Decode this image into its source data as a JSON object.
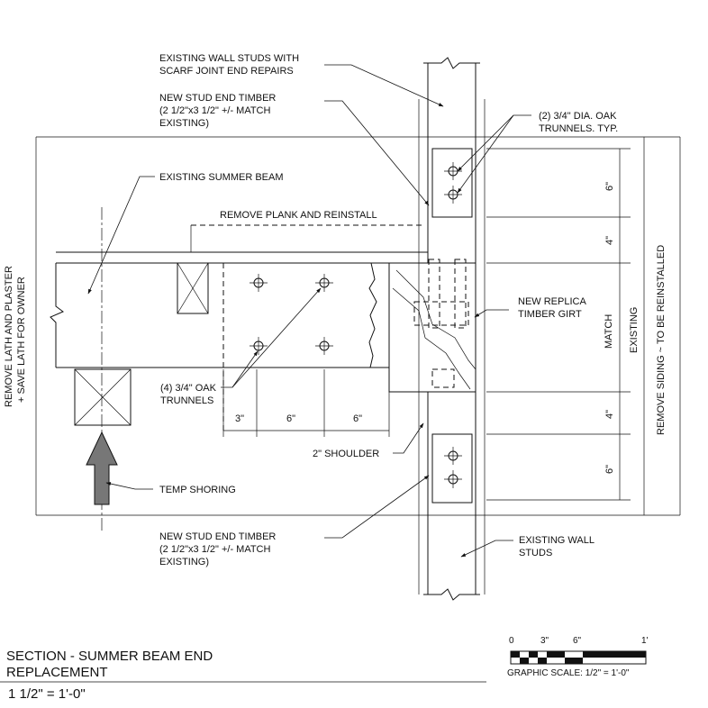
{
  "notes": {
    "existing_wall_studs_scarf": [
      "EXISTING WALL STUDS WITH",
      "SCARF JOINT END REPAIRS"
    ],
    "new_stud_end_timber_top": [
      "NEW STUD END TIMBER",
      "(2 1/2\"x3 1/2\" +/- MATCH",
      "EXISTING)"
    ],
    "oak_trunnels_top": [
      "(2) 3/4\" DIA. OAK",
      "TRUNNELS. TYP."
    ],
    "existing_summer_beam": "EXISTING SUMMER BEAM",
    "remove_plank": "REMOVE PLANK AND REINSTALL",
    "new_replica_girt": [
      "NEW REPLICA",
      "TIMBER GIRT"
    ],
    "oak_trunnels_four": [
      "(4) 3/4\" OAK",
      "TRUNNELS"
    ],
    "shoulder": "2\" SHOULDER",
    "temp_shoring": "TEMP SHORING",
    "new_stud_end_timber_bottom": [
      "NEW STUD END TIMBER",
      "(2 1/2\"x3 1/2\" +/- MATCH",
      "EXISTING)"
    ],
    "existing_wall_studs": [
      "EXISTING WALL",
      "STUDS"
    ],
    "remove_lath": [
      "REMOVE LATH AND PLASTER",
      "+ SAVE LATH FOR OWNER"
    ],
    "remove_siding": "REMOVE SIDING ~ TO BE REINSTALLED",
    "existing_label": "EXISTING",
    "match_label": "MATCH"
  },
  "dimensions": {
    "vertical": [
      "6\"",
      "4\"",
      "4\"",
      "6\""
    ],
    "horizontal": [
      "3\"",
      "6\"",
      "6\""
    ]
  },
  "title_block": {
    "title_line1": "SECTION - SUMMER BEAM END",
    "title_line2": "REPLACEMENT",
    "scale_text": "1 1/2\" = 1'-0\""
  },
  "graphic_scale": {
    "ticks": [
      "0",
      "3\"",
      "6\"",
      "1'"
    ],
    "caption": "GRAPHIC SCALE: 1/2\" =  1'-0\""
  }
}
